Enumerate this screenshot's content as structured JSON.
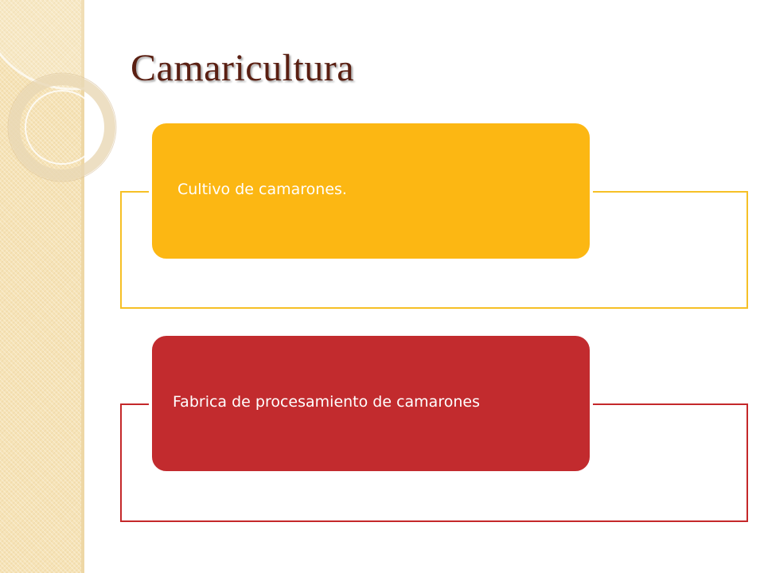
{
  "slide": {
    "title": "Camaricultura",
    "items": [
      {
        "label": "Cultivo de camarones.",
        "color": "#fcb713",
        "frame_color": "#f6c026"
      },
      {
        "label": "Fabrica de procesamiento de camarones",
        "color": "#c22b2e",
        "frame_color": "#c4282a"
      }
    ]
  },
  "colors": {
    "title": "#5a1f12",
    "band": "#f6e3b7"
  }
}
